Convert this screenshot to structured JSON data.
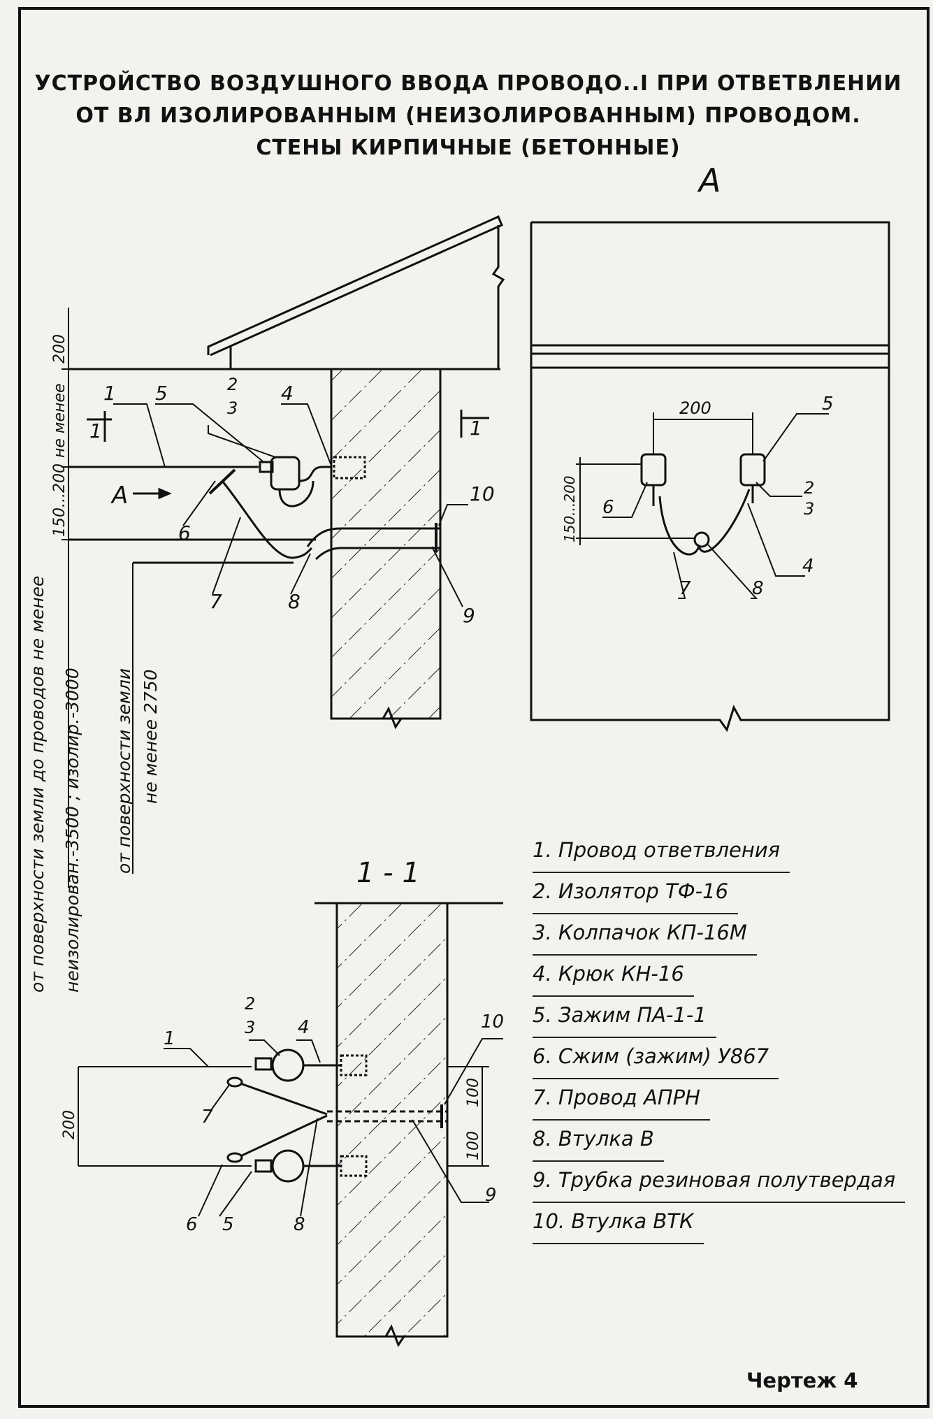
{
  "title": {
    "line1": "УСТРОЙСТВО ВОЗДУШНОГО ВВОДА ПРОВОДО..I ПРИ ОТВЕТВЛЕНИИ",
    "line2": "ОТ ВЛ ИЗОЛИРОВАННЫМ (НЕИЗОЛИРОВАННЫМ) ПРОВОДОМ.",
    "line3": "СТЕНЫ КИРПИЧНЫЕ (БЕТОННЫЕ)"
  },
  "view_a": {
    "label": "А",
    "dim_200": "200",
    "dim_150_200": "150...200"
  },
  "section": {
    "label": "1 - 1",
    "dim_200": "200",
    "dim_100a": "100",
    "dim_100b": "100"
  },
  "main": {
    "arrow_a": "А",
    "section_mark": "1",
    "dim_200": "200",
    "dim_150_200": "150...200",
    "not_less": "не менее",
    "left_note_line1": "от поверхности земли до проводов не менее",
    "left_note_line2": "неизолирован.-3500   ; изолир.-3000",
    "mid_note_line1": "от поверхности земли",
    "mid_note_line2": "не менее 2750"
  },
  "callouts": [
    "1",
    "2",
    "3",
    "4",
    "5",
    "6",
    "7",
    "8",
    "9",
    "10"
  ],
  "legend": [
    "1. Провод ответвления",
    "2. Изолятор ТФ-16",
    "3. Колпачок КП-16М",
    "4. Крюк КН-16",
    "5. Зажим ПА-1-1",
    "6. Сжим (зажим) У867",
    "7. Провод АПРН",
    "8. Втулка В",
    "9. Трубка резиновая полутвердая",
    "10. Втулка ВТК"
  ],
  "sheet_no": "Чертеж 4"
}
